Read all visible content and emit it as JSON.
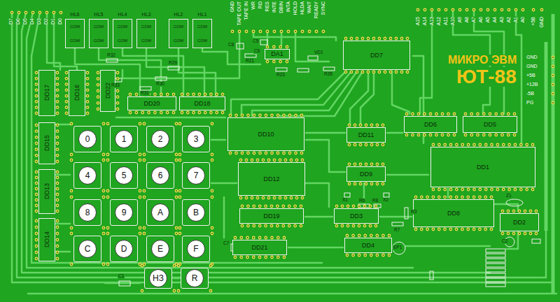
{
  "diagram": {
    "nodes": [
      {
        "text": [
          "HL6",
          "COM",
          "COM"
        ]
      },
      {
        "text": [
          "HL5",
          "COM",
          "COM"
        ]
      },
      {
        "text": [
          "HL4",
          "COM",
          "COM"
        ]
      },
      {
        "text": [
          "HL3",
          "COM",
          "COM"
        ]
      },
      {
        "text": [
          "HL2",
          "COM",
          "COM"
        ]
      },
      {
        "text": [
          "HL1",
          "COM",
          "COM"
        ]
      },
      {
        "text": [
          "DA1"
        ]
      },
      {
        "text": [
          "DD7"
        ]
      },
      {
        "text": [
          "DD17"
        ]
      },
      {
        "text": [
          "DD16"
        ]
      },
      {
        "text": [
          "DD22"
        ]
      },
      {
        "text": [
          "DD20"
        ]
      },
      {
        "text": [
          "DD18"
        ]
      },
      {
        "text": [
          "DD15"
        ]
      },
      {
        "text": [
          "DD13"
        ]
      },
      {
        "text": [
          "DD14"
        ]
      },
      {
        "text": [
          "DD10"
        ]
      },
      {
        "text": [
          "DD11"
        ]
      },
      {
        "text": [
          "DD6"
        ]
      },
      {
        "text": [
          "DD5"
        ]
      },
      {
        "text": [
          "DD1"
        ]
      },
      {
        "text": [
          "DD12"
        ]
      },
      {
        "text": [
          "DD9"
        ]
      },
      {
        "text": [
          "DD3"
        ]
      },
      {
        "text": [
          "DD8"
        ]
      },
      {
        "text": [
          "DD2"
        ]
      },
      {
        "text": [
          "DD19"
        ]
      },
      {
        "text": [
          "DD21"
        ]
      },
      {
        "text": [
          "DD4"
        ]
      },
      {
        "text": [
          "0"
        ]
      },
      {
        "text": [
          "1"
        ]
      },
      {
        "text": [
          "2"
        ]
      },
      {
        "text": [
          "3"
        ]
      },
      {
        "text": [
          "4"
        ]
      },
      {
        "text": [
          "5"
        ]
      },
      {
        "text": [
          "6"
        ]
      },
      {
        "text": [
          "7"
        ]
      },
      {
        "text": [
          "8"
        ]
      },
      {
        "text": [
          "9"
        ]
      },
      {
        "text": [
          "A"
        ]
      },
      {
        "text": [
          "B"
        ]
      },
      {
        "text": [
          "C"
        ]
      },
      {
        "text": [
          "D"
        ]
      },
      {
        "text": [
          "E"
        ]
      },
      {
        "text": [
          "F"
        ]
      },
      {
        "text": [
          "НЗ"
        ]
      },
      {
        "text": [
          "R"
        ]
      }
    ],
    "labels": [
      "D7",
      "D6",
      "D5",
      "D4",
      "D3",
      "D2",
      "D1",
      "D0",
      "GND",
      "TAPE OUT",
      "TAPE IN",
      "WR",
      "RD",
      "RES",
      "INTE",
      "DBIN",
      "INTA",
      "HOLD",
      "HLDA",
      "WAIT",
      "READY",
      "SYNC",
      "A15",
      "A14",
      "A13",
      "A12",
      "A11",
      "A10",
      "A9",
      "A8",
      "A7",
      "A6",
      "A5",
      "A4",
      "A3",
      "A2",
      "A1",
      "A0",
      "+5В",
      "GND",
      "GND",
      "GND",
      "+5В",
      "+12В",
      "-5В",
      "PG",
      "МИКРО ЭВМ",
      "ЮТ-88",
      "C8",
      "C5",
      "C6",
      "R21",
      "R23",
      "VD1",
      "R28",
      "R32",
      "R33",
      "R31",
      "R30",
      "R29",
      "C7",
      "C1",
      "C2",
      "Z1",
      "EP1",
      "X1",
      "X2",
      "R6",
      "R8",
      "R3",
      "R7"
    ]
  }
}
